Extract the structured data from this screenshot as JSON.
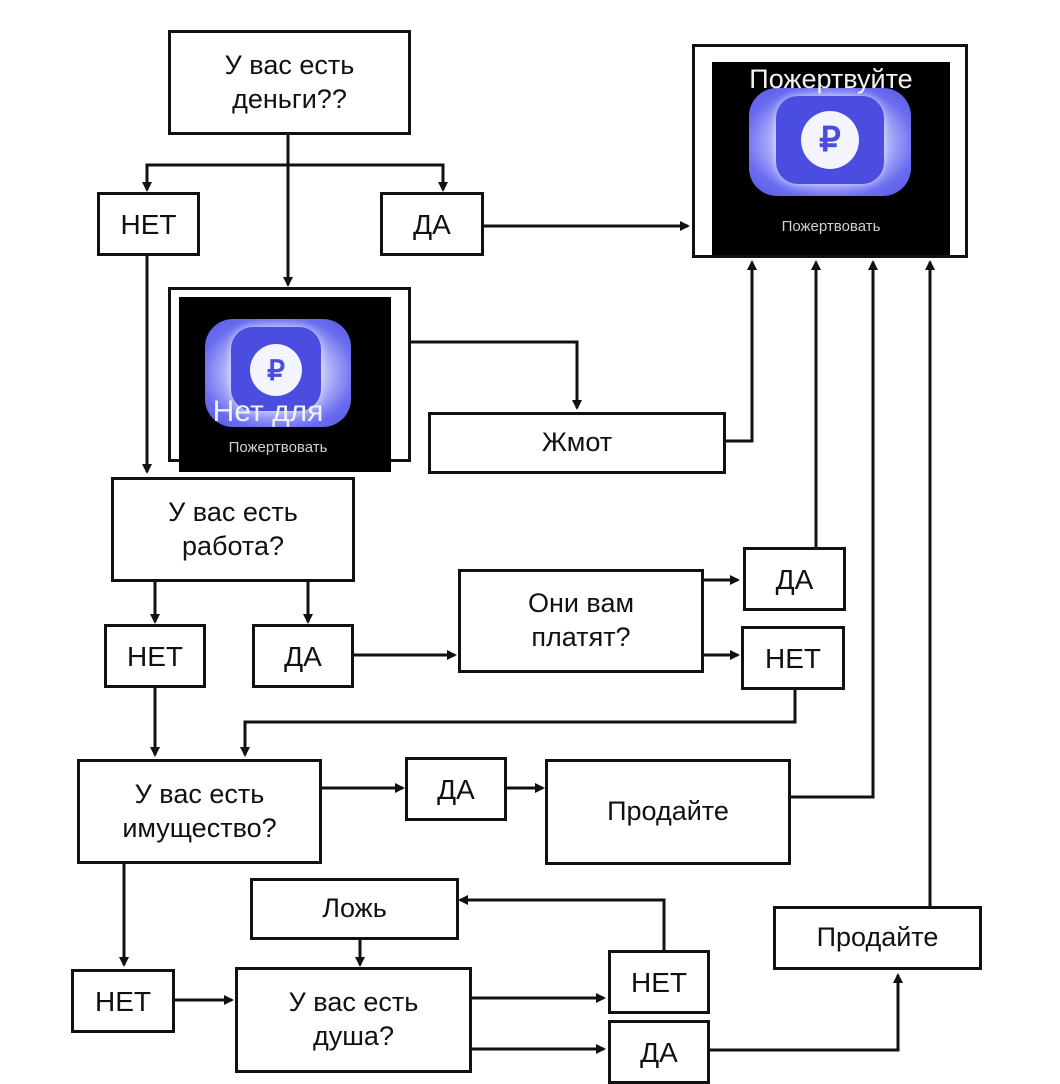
{
  "nodes": {
    "q_money": "У вас есть\nденьги??",
    "no_1": "НЕТ",
    "yes_1": "ДА",
    "donate_card": {
      "title": "Пожертвуйте",
      "icon": "ruble-coin-icon",
      "button": "Пожертвовать"
    },
    "notfor_card": {
      "title": "Нет для",
      "icon": "ruble-coin-icon",
      "button": "Пожертвовать"
    },
    "stingy": "Жмот",
    "q_job": "У вас есть\nработа?",
    "no_2": "НЕТ",
    "yes_2": "ДА",
    "q_paid": "Они вам\nплатят?",
    "yes_paid": "ДА",
    "no_paid": "НЕТ",
    "q_property": "У вас есть\nимущество?",
    "yes_3": "ДА",
    "sell_1": "Продайте",
    "lie": "Ложь",
    "no_3": "НЕТ",
    "q_soul": "У вас есть\nдуша?",
    "no_soul": "НЕТ",
    "yes_soul": "ДА",
    "sell_2": "Продайте"
  },
  "colors": {
    "line": "#111111",
    "card_bg": "#000000",
    "accent": "#4a4de0"
  }
}
